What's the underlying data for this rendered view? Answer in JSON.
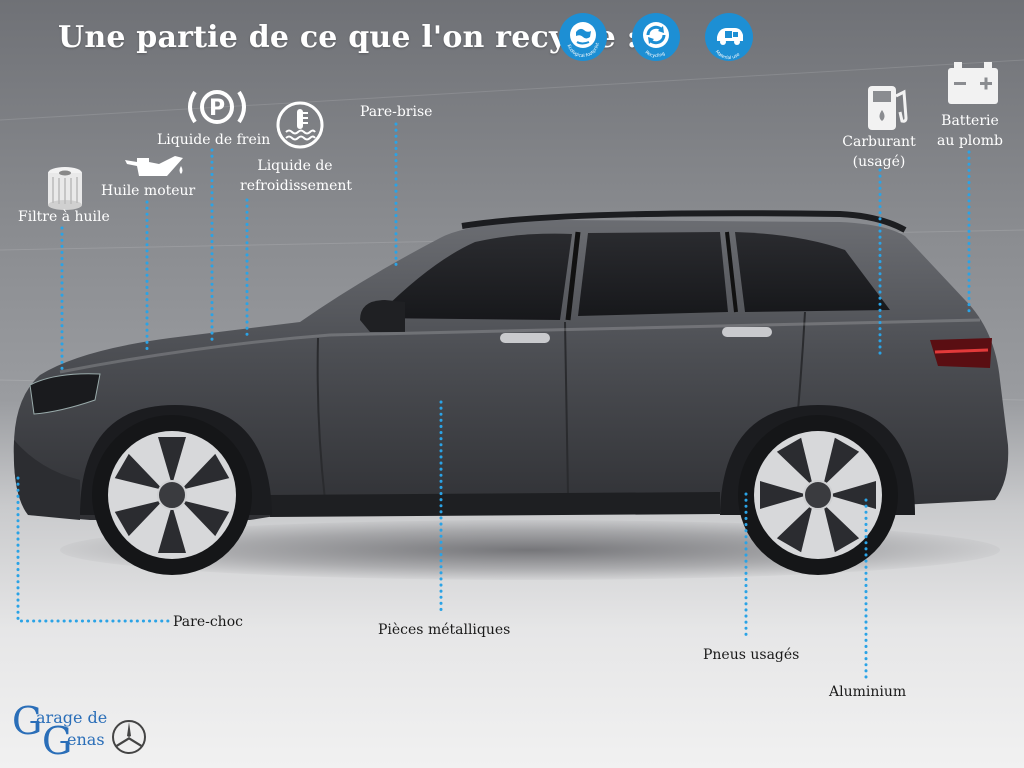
{
  "title": "Une partie de ce que l'on recycle :",
  "badges": [
    {
      "icon": "ecological-footprint-icon",
      "text": "Ecological footprint"
    },
    {
      "icon": "recycling-icon",
      "text": "Recycling"
    },
    {
      "icon": "material-use-icon",
      "text": "Material use"
    }
  ],
  "labels": {
    "filtre": "Filtre à huile",
    "huile": "Huile moteur",
    "frein": "Liquide de frein",
    "refroid_1": "Liquide de",
    "refroid_2": "refroidissement",
    "parebrise": "Pare-brise",
    "carburant_1": "Carburant",
    "carburant_2": "(usagé)",
    "batterie_1": "Batterie",
    "batterie_2": "au plomb",
    "parechoc": "Pare-choc",
    "pieces": "Pièces métalliques",
    "pneus": "Pneus usagés",
    "aluminium": "Aluminium"
  },
  "logo": {
    "big_g": "G",
    "line1": "arage de",
    "big_g2": "G",
    "line2": "enas"
  },
  "colors": {
    "accent": "#1d8fd4",
    "dotted": "#2aa3e6",
    "logo": "#2a6eb8",
    "car_body": "#4a4c51"
  }
}
